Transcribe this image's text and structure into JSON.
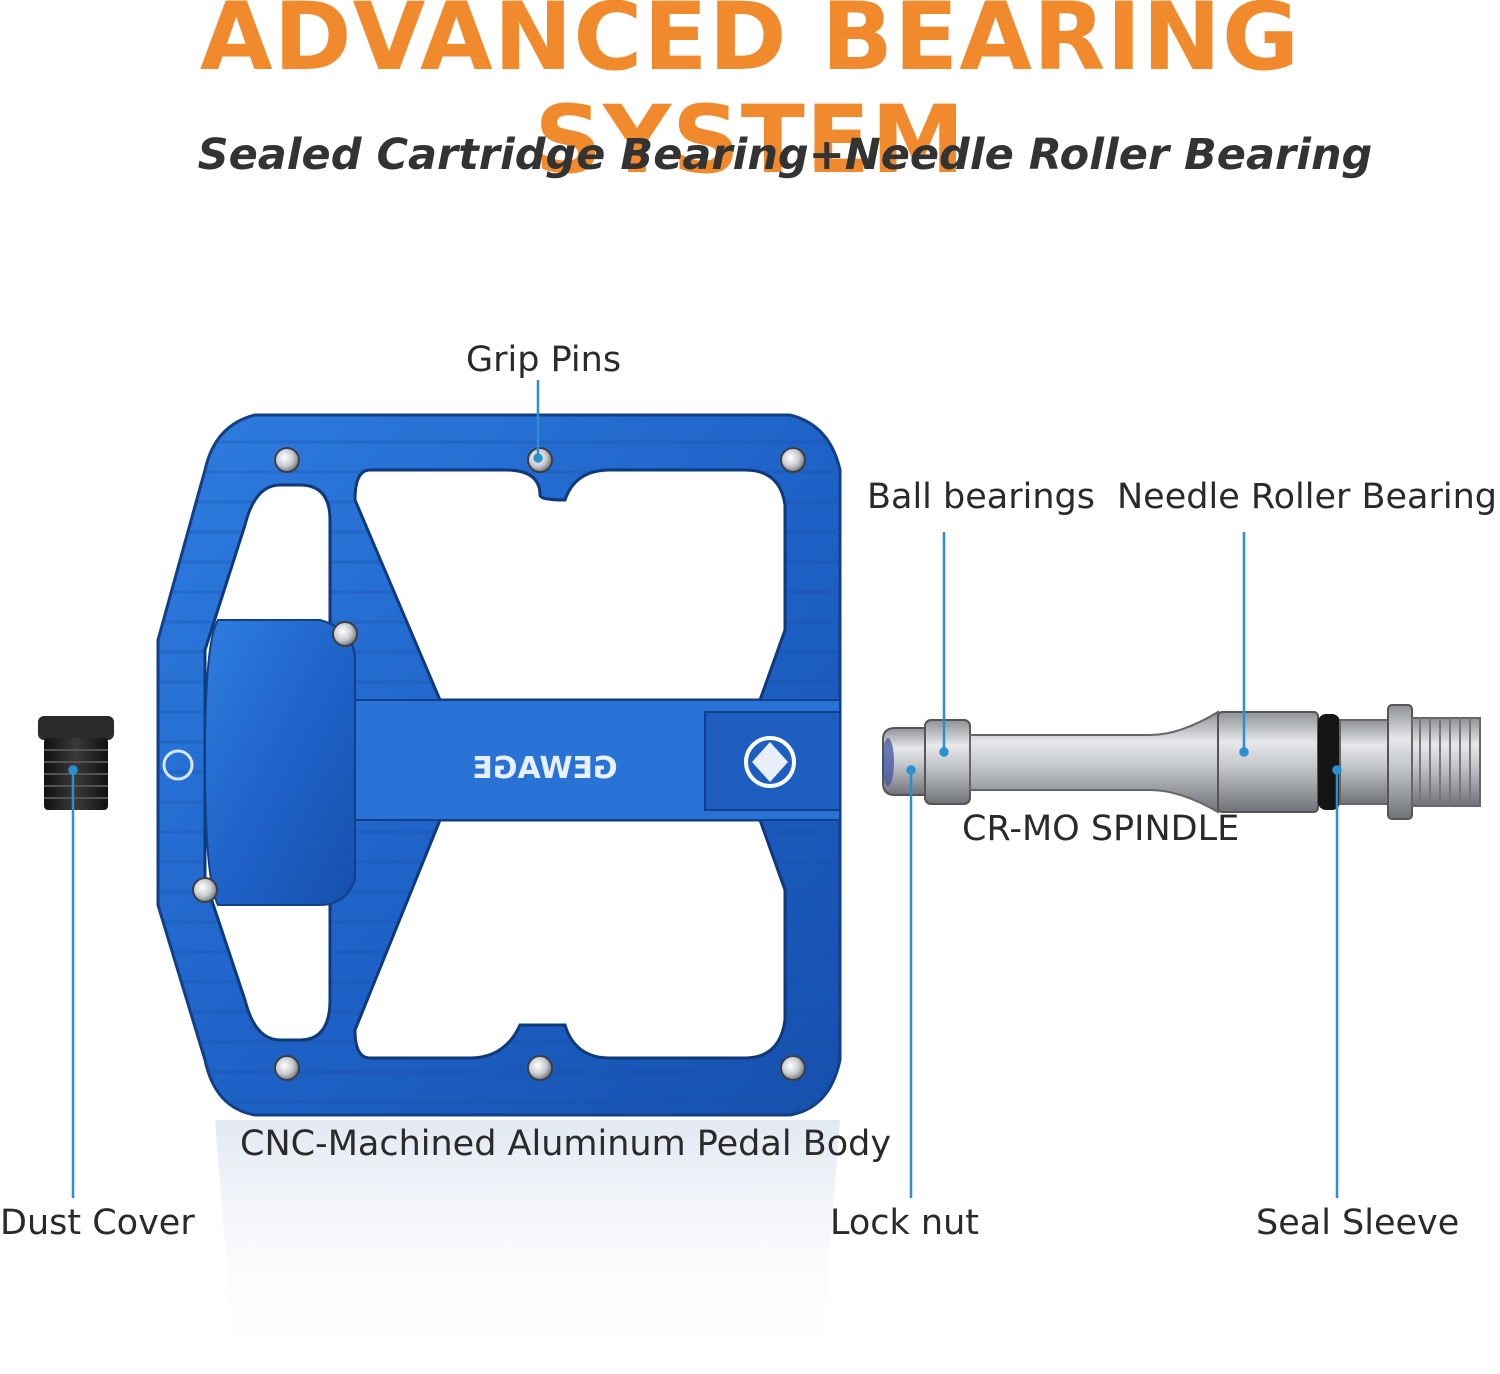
{
  "header": {
    "title": "ADVANCED BEARING SYSTEM",
    "subtitle": "Sealed Cartridge Bearing+Needle Roller Bearing"
  },
  "colors": {
    "title": "#f08a2d",
    "pedal_body": "#1f63c9",
    "leader_line": "#2b8fd0",
    "spindle": "#b8bcc0"
  },
  "pedal": {
    "brand": "GEWAGE"
  },
  "labels": {
    "grip_pins": "Grip Pins",
    "ball_bearings": "Ball bearings",
    "needle_roller_bearing": "Needle Roller Bearing",
    "cr_mo_spindle": "CR-MO SPINDLE",
    "pedal_body": "CNC-Machined Aluminum Pedal Body",
    "dust_cover": "Dust Cover",
    "lock_nut": "Lock nut",
    "seal_sleeve": "Seal Sleeve"
  }
}
